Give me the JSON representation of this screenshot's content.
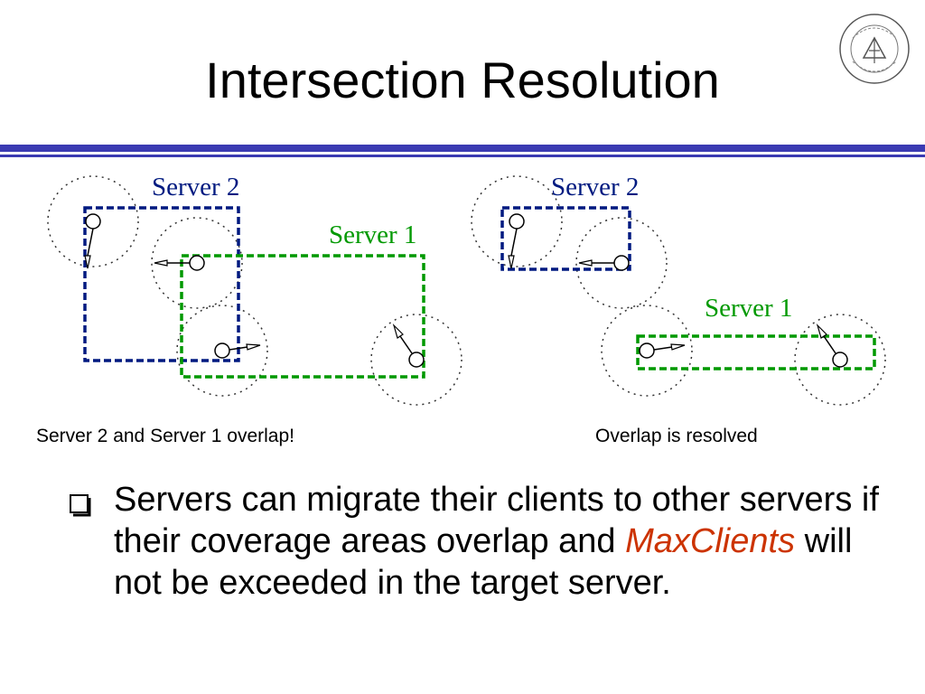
{
  "title": "Intersection Resolution",
  "colors": {
    "rule": "#3a3ab2",
    "server2": "#001a80",
    "server1": "#009900",
    "emphasis": "#cc3300"
  },
  "diagram_left": {
    "server2_label": "Server 2",
    "server1_label": "Server 1",
    "caption": "Server 2 and Server 1 overlap!"
  },
  "diagram_right": {
    "server2_label": "Server 2",
    "server1_label": "Server 1",
    "caption": "Overlap is resolved"
  },
  "bullet": {
    "text_before": "Servers can migrate their clients to other servers if their coverage areas overlap and ",
    "emphasis": "MaxClients",
    "text_after": " will not be exceeded in the target server."
  }
}
